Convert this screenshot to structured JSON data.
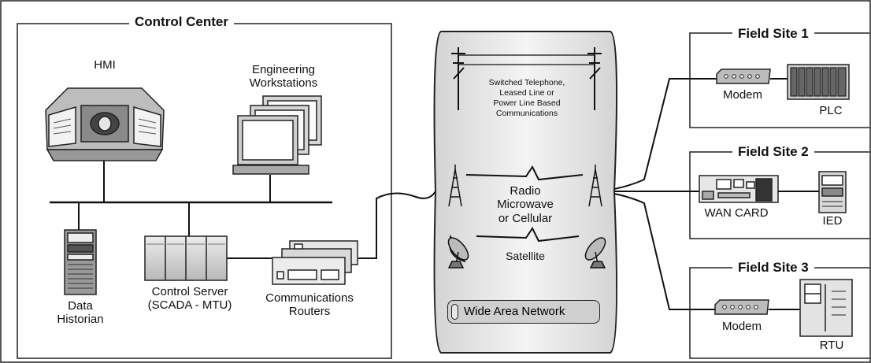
{
  "sections": {
    "control_center": "Control Center",
    "field_site_1": "Field Site 1",
    "field_site_2": "Field Site 2",
    "field_site_3": "Field Site 3"
  },
  "devices": {
    "hmi": "HMI",
    "engineering_line1": "Engineering",
    "engineering_line2": "Workstations",
    "data_historian_line1": "Data",
    "data_historian_line2": "Historian",
    "control_server_line1": "Control Server",
    "control_server_line2": "(SCADA - MTU)",
    "routers_line1": "Communications",
    "routers_line2": "Routers",
    "modem_site1": "Modem",
    "plc": "PLC",
    "wan_card": "WAN CARD",
    "ied": "IED",
    "modem_site3": "Modem",
    "rtu": "RTU"
  },
  "wan": {
    "telephone_line1": "Switched Telephone,",
    "telephone_line2": "Leased Line or",
    "telephone_line3": "Power Line Based",
    "telephone_line4": "Communications",
    "radio_line1": "Radio",
    "radio_line2": "Microwave",
    "radio_line3": "or Cellular",
    "satellite": "Satellite",
    "wide_area_network": "Wide Area Network"
  }
}
